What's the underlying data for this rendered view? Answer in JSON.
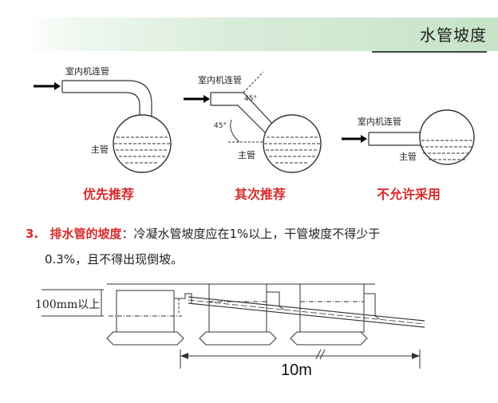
{
  "header": {
    "title": "水管坡度"
  },
  "diagrams": {
    "d1": {
      "inlet_label": "室内机连管",
      "main_label": "主管",
      "caption": "优先推荐"
    },
    "d2": {
      "inlet_label": "室内机连管",
      "main_label": "主管",
      "angle_a": "45°",
      "angle_b": "45°",
      "caption": "其次推荐"
    },
    "d3": {
      "inlet_label": "室内机连管",
      "main_label": "主管",
      "caption": "不允许采用"
    }
  },
  "note": {
    "number": "3.",
    "key": "排水管的坡度",
    "line1_rest": "：冷凝水管坡度应在1%以上，干管坡度不得少于",
    "line2": "0.3%，且不得出现倒坡。"
  },
  "slope_diagram": {
    "height_label": "100mm以上",
    "span_label": "10m"
  }
}
